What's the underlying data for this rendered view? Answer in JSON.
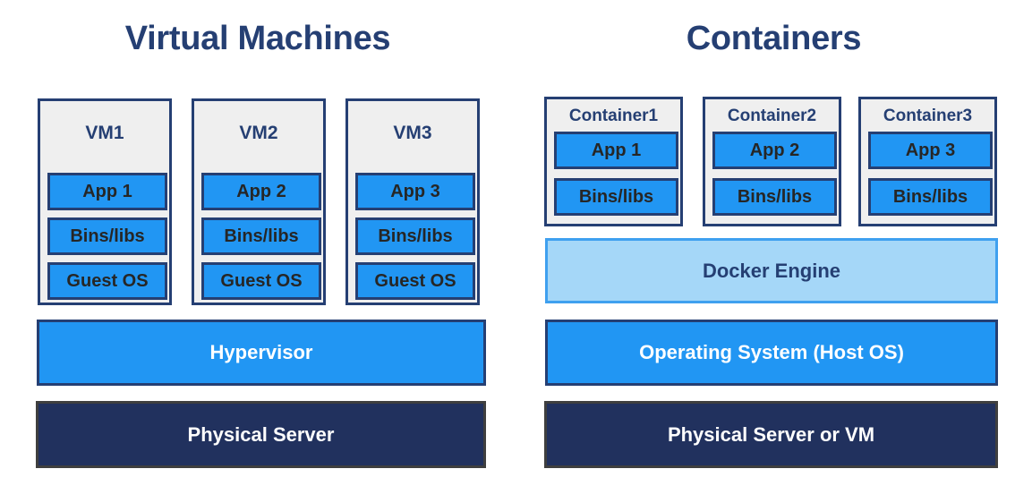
{
  "diagram": {
    "title_left": "Virtual Machines",
    "title_right": "Containers"
  },
  "vm_side": {
    "units": [
      {
        "name": "VM1",
        "layers": [
          "App 1",
          "Bins/libs",
          "Guest OS"
        ]
      },
      {
        "name": "VM2",
        "layers": [
          "App 2",
          "Bins/libs",
          "Guest OS"
        ]
      },
      {
        "name": "VM3",
        "layers": [
          "App 3",
          "Bins/libs",
          "Guest OS"
        ]
      }
    ],
    "bars": [
      {
        "label": "Hypervisor",
        "color": "#2196F3",
        "text_color": "#FFFFFF"
      },
      {
        "label": "Physical Server",
        "color": "#21315E",
        "text_color": "#FFFFFF"
      }
    ]
  },
  "container_side": {
    "units": [
      {
        "name": "Container1",
        "layers": [
          "App 1",
          "Bins/libs"
        ]
      },
      {
        "name": "Container2",
        "layers": [
          "App 2",
          "Bins/libs"
        ]
      },
      {
        "name": "Container3",
        "layers": [
          "App 3",
          "Bins/libs"
        ]
      }
    ],
    "bars": [
      {
        "label": "Docker Engine",
        "color": "#A5D7F8",
        "text_color": "#253F73"
      },
      {
        "label": "Operating System (Host OS)",
        "color": "#2196F3",
        "text_color": "#FFFFFF"
      },
      {
        "label": "Physical Server or VM",
        "color": "#21315E",
        "text_color": "#FFFFFF"
      }
    ]
  },
  "palette": {
    "title_navy": "#253F73",
    "slab_blue": "#2196F3",
    "light_blue": "#A5D7F8",
    "dark_navy": "#21315E",
    "box_fill": "#EFEFEF",
    "slab_text": "#262626",
    "background": "#FFFFFF"
  }
}
